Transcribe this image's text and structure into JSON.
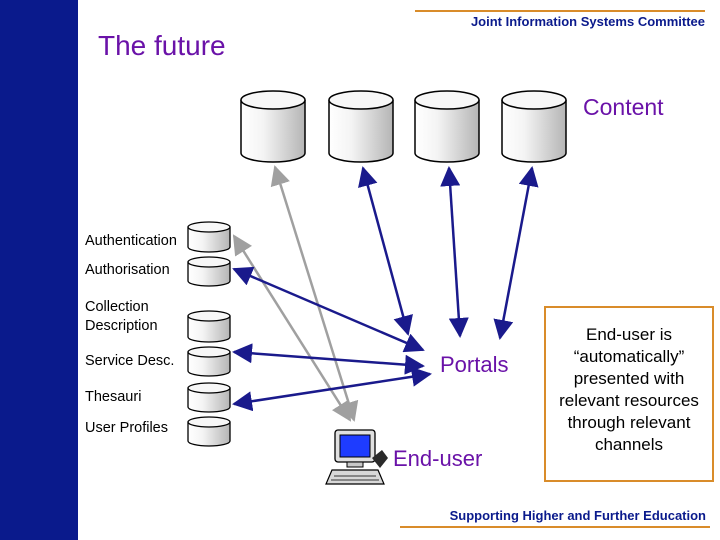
{
  "header": {
    "org": "Joint Information Systems Committee"
  },
  "title": "The future",
  "content": {
    "label": "Content",
    "databases": 4
  },
  "services": [
    {
      "label": "Authentication"
    },
    {
      "label": "Authorisation"
    },
    {
      "label": "Collection Description"
    },
    {
      "label": "Service Desc."
    },
    {
      "label": "Thesauri"
    },
    {
      "label": "User Profiles"
    }
  ],
  "portals": {
    "label": "Portals"
  },
  "enduser": {
    "label": "End-user",
    "icon": "computer-user-icon"
  },
  "callout": {
    "text": "End-user is “automatically” presented with relevant resources through relevant channels"
  },
  "footer": {
    "tagline": "Supporting Higher and Further Education"
  },
  "colors": {
    "sidebar": "#0a1a8c",
    "accent": "#d98c2a",
    "heading": "#6a12a8",
    "arrow_dark": "#1a1a8c",
    "arrow_grey": "#a0a0a0"
  }
}
